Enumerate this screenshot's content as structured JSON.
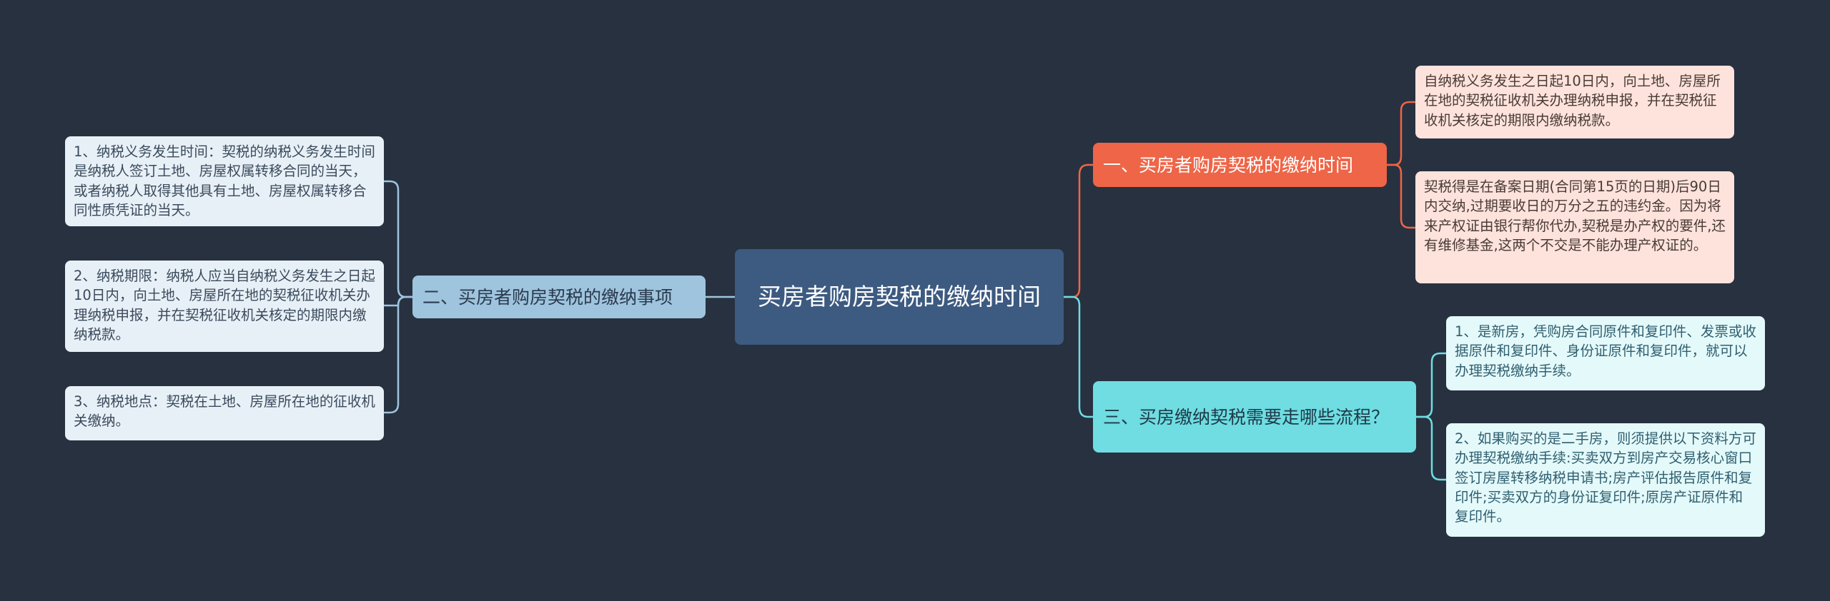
{
  "root": {
    "title": "买房者购房契税的缴纳时间"
  },
  "branches": {
    "left": {
      "label": "二、买房者购房契税的缴纳事项",
      "leaves": [
        "1、纳税义务发生时间：契税的纳税义务发生时间是纳税人签订土地、房屋权属转移合同的当天，或者纳税人取得其他具有土地、房屋权属转移合同性质凭证的当天。",
        "2、纳税期限：纳税人应当自纳税义务发生之日起10日内，向土地、房屋所在地的契税征收机关办理纳税申报，并在契税征收机关核定的期限内缴纳税款。",
        "3、纳税地点：契税在土地、房屋所在地的征收机关缴纳。"
      ]
    },
    "right_top": {
      "label": "一、买房者购房契税的缴纳时间",
      "leaves": [
        "自纳税义务发生之日起10日内，向土地、房屋所在地的契税征收机关办理纳税申报，并在契税征收机关核定的期限内缴纳税款。",
        "契税得是在备案日期(合同第15页的日期)后90日内交纳,过期要收日的万分之五的违约金。因为将来产权证由银行帮你代办,契税是办产权的要件,还有维修基金,这两个不交是不能办理产权证的。"
      ]
    },
    "right_bottom": {
      "label": "三、买房缴纳契税需要走哪些流程？",
      "leaves": [
        "1、是新房，凭购房合同原件和复印件、发票或收据原件和复印件、身份证原件和复印件，就可以办理契税缴纳手续。",
        "2、如果购买的是二手房，则须提供以下资料方可办理契税缴纳手续:买卖双方到房产交易核心窗口签订房屋转移纳税申请书;房产评估报告原件和复印件;买卖双方的身份证复印件;原房产证原件和复印件。"
      ]
    }
  },
  "colors": {
    "background": "#283140",
    "root": "#3d5a80",
    "left_branch": "#9fc4dd",
    "orange_branch": "#ee6547",
    "cyan_branch": "#6fdde2"
  }
}
